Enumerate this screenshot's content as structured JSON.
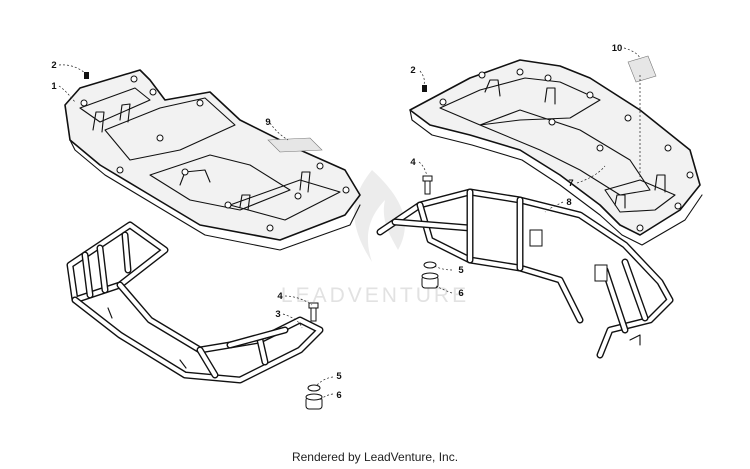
{
  "watermark": {
    "text": "LEADVENTURE"
  },
  "footer": {
    "text": "Rendered by LeadVenture, Inc."
  },
  "callouts": {
    "left": {
      "c1": "1",
      "c2": "2",
      "c9": "9",
      "c4": "4",
      "c3": "3",
      "c5": "5",
      "c6": "6"
    },
    "right": {
      "c2": "2",
      "c10": "10",
      "c4": "4",
      "c7": "7",
      "c8": "8",
      "c5": "5",
      "c6": "6"
    }
  }
}
